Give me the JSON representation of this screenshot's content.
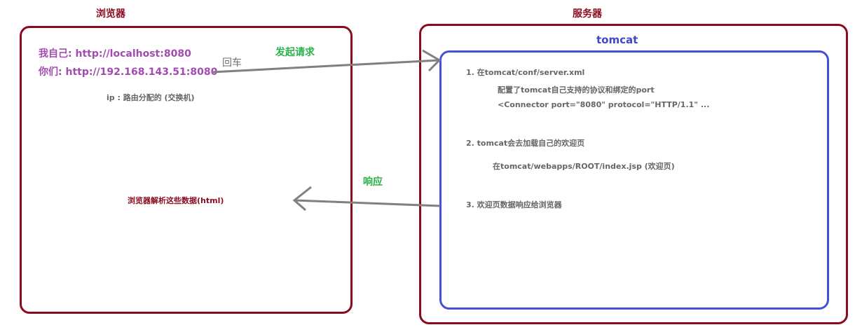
{
  "diagram": {
    "browser": {
      "title": "浏览器",
      "url_self": "我自己: http://localhost:8080",
      "url_others": "你们: http://192.168.143.51:8080",
      "ip_note": "ip : 路由分配的 (交换机)",
      "parse_note": "浏览器解析这些数据(html)"
    },
    "server": {
      "title": "服务器",
      "tomcat": {
        "title": "tomcat",
        "steps": [
          "1. 在tomcat/conf/server.xml",
          "配置了tomcat自己支持的协议和绑定的port",
          "<Connector port=\"8080\" protocol=\"HTTP/1.1\" ...",
          "2. tomcat会去加载自己的欢迎页",
          "在tomcat/webapps/ROOT/index.jsp  (欢迎页)",
          "3. 欢迎页数据响应给浏览器"
        ]
      }
    },
    "arrows": {
      "enter_label": "回车",
      "request_label": "发起请求",
      "response_label": "响应"
    },
    "colors": {
      "box_border": "#8b0a1e",
      "tomcat_border": "#4450d6",
      "url_text": "#a24bb0",
      "green_label": "#2bb24c",
      "arrow": "#808080"
    }
  }
}
